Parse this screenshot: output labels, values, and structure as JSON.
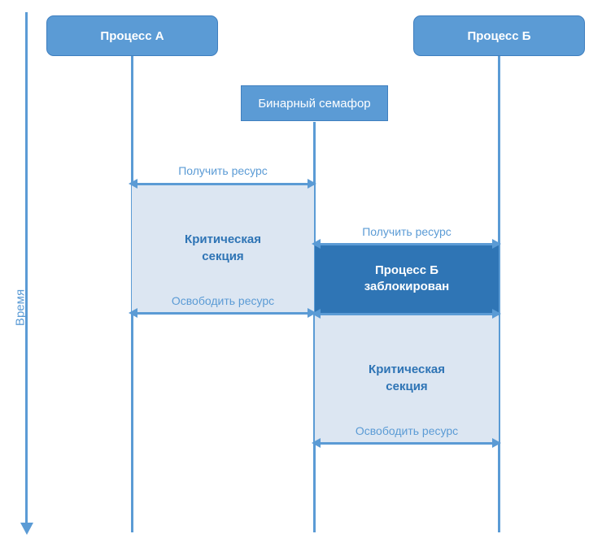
{
  "diagram": {
    "title": "Binary semaphore sequence diagram",
    "time_axis": {
      "label": "Время"
    },
    "colors": {
      "accent": "#5B9BD5",
      "accent_dark": "#2F75B5",
      "fill_light": "#DCE6F2",
      "text_blue": "#2E74B5",
      "text_white": "#FFFFFF"
    },
    "participants": [
      {
        "id": "process-a",
        "label": "Процесс А",
        "shape": "rounded"
      },
      {
        "id": "semaphore",
        "label": "Бинарный семафор",
        "shape": "square"
      },
      {
        "id": "process-b",
        "label": "Процесс Б",
        "shape": "rounded"
      }
    ],
    "states": [
      {
        "id": "critical-a",
        "label": "Критическая\nсекция",
        "line1": "Критическая",
        "line2": "секция",
        "style": "critical",
        "owner": "process-a"
      },
      {
        "id": "blocked-b",
        "label": "Процесс Б\nзаблокирован",
        "line1": "Процесс Б",
        "line2": "заблокирован",
        "style": "blocked",
        "owner": "process-b"
      },
      {
        "id": "critical-b",
        "label": "Критическая\nсекция",
        "line1": "Критическая",
        "line2": "секция",
        "style": "critical",
        "owner": "process-b"
      }
    ],
    "messages": [
      {
        "id": "acquire-a",
        "label": "Получить ресурс",
        "from": "process-a",
        "to": "semaphore"
      },
      {
        "id": "acquire-b",
        "label": "Получить ресурс",
        "from": "process-b",
        "to": "semaphore"
      },
      {
        "id": "release-a",
        "label": "Освободить ресурс",
        "from": "process-a",
        "to": "semaphore"
      },
      {
        "id": "release-b",
        "label": "Освободить ресурс",
        "from": "process-b",
        "to": "semaphore"
      }
    ]
  }
}
